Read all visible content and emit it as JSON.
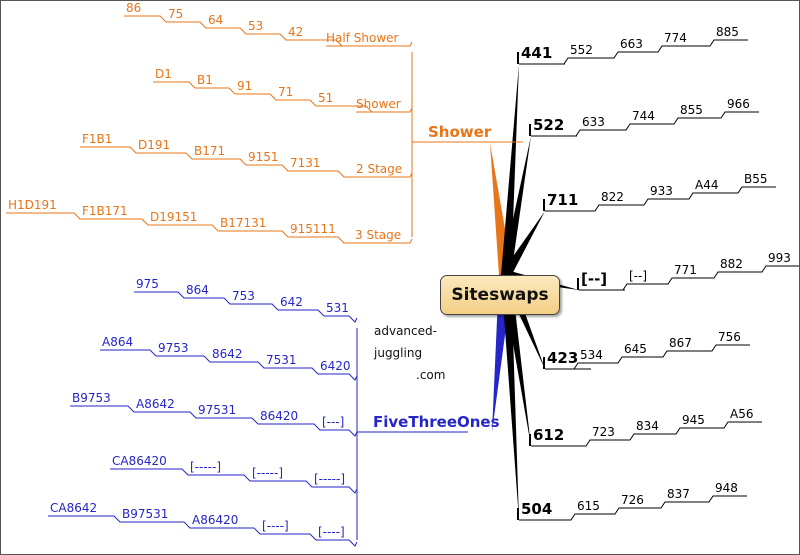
{
  "root": {
    "title": "Siteswaps"
  },
  "site": {
    "line1": "advanced-juggling",
    "line2": ".com"
  },
  "colors": {
    "orange": "#e8751a",
    "blue": "#2626c8",
    "black": "#000000"
  },
  "right_branches": [
    {
      "label": "441",
      "items": [
        "552",
        "663",
        "774",
        "885"
      ]
    },
    {
      "label": "522",
      "items": [
        "633",
        "744",
        "855",
        "966"
      ]
    },
    {
      "label": "711",
      "items": [
        "822",
        "933",
        "A44",
        "B55"
      ]
    },
    {
      "label": "[--]",
      "items": [
        "[--]",
        "771",
        "882",
        "993"
      ]
    },
    {
      "label": "423",
      "items": [
        "534",
        "645",
        "867",
        "756"
      ]
    },
    {
      "label": "612",
      "items": [
        "723",
        "834",
        "945",
        "A56"
      ]
    },
    {
      "label": "504",
      "items": [
        "615",
        "726",
        "837",
        "948"
      ]
    }
  ],
  "shower": {
    "label": "Shower",
    "branches": [
      {
        "label": "Half Shower",
        "items": [
          "86",
          "75",
          "64",
          "53",
          "42"
        ]
      },
      {
        "label": "Shower",
        "items": [
          "D1",
          "B1",
          "91",
          "71",
          "51"
        ]
      },
      {
        "label": "2 Stage",
        "items": [
          "F1B1",
          "D191",
          "B171",
          "9151",
          "7131"
        ]
      },
      {
        "label": "3 Stage",
        "items": [
          "H1D191",
          "F1B171",
          "D19151",
          "B17131",
          "915111"
        ]
      }
    ]
  },
  "fivethreeones": {
    "label": "FiveThreeOnes",
    "branches": [
      {
        "items": [
          "975",
          "864",
          "753",
          "642",
          "531"
        ]
      },
      {
        "items": [
          "A864",
          "9753",
          "8642",
          "7531",
          "6420"
        ]
      },
      {
        "items": [
          "B9753",
          "A8642",
          "97531",
          "86420",
          "[---]"
        ]
      },
      {
        "items": [
          "CA86420",
          "[-----]",
          "[-----]",
          "[-----]"
        ]
      },
      {
        "items": [
          "CA8642",
          "B97531",
          "A86420",
          "[----]",
          "[----]"
        ]
      }
    ]
  }
}
